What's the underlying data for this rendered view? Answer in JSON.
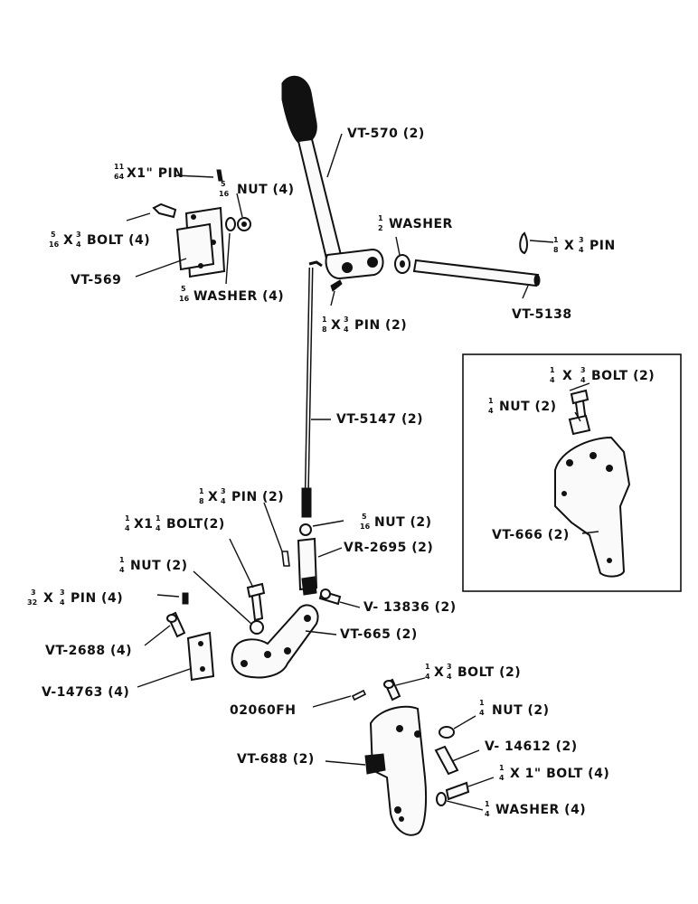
{
  "labels": {
    "vt570": "VT-570 (2)",
    "pin_11_64": "X1\" PIN",
    "pin_11_64_frac": [
      "11",
      "64"
    ],
    "nut_5_16_top": "NUT (4)",
    "nut_5_16_top_frac": [
      "5",
      "16"
    ],
    "bolt_5_16": "X",
    "bolt_5_16_frac1": [
      "5",
      "16"
    ],
    "bolt_5_16_frac2": [
      "3",
      "4"
    ],
    "bolt_5_16_tail": "BOLT (4)",
    "washer_1_2": "WASHER",
    "washer_1_2_frac": [
      "1",
      "2"
    ],
    "pin_1_8_right": "X",
    "pin_1_8_right_frac1": [
      "1",
      "8"
    ],
    "pin_1_8_right_frac2": [
      "3",
      "4"
    ],
    "pin_1_8_right_tail": "PIN",
    "vt569": "VT-569",
    "washer_5_16": "WASHER (4)",
    "washer_5_16_frac": [
      "5",
      "16"
    ],
    "vt5138": "VT-5138",
    "pin_1_8_mid": "X",
    "pin_1_8_mid_frac1": [
      "1",
      "8"
    ],
    "pin_1_8_mid_frac2": [
      "3",
      "4"
    ],
    "pin_1_8_mid_tail": "PIN (2)",
    "inset_bolt": "X",
    "inset_bolt_frac1": [
      "1",
      "4"
    ],
    "inset_bolt_frac2": [
      "3",
      "4"
    ],
    "inset_bolt_tail": "BOLT (2)",
    "inset_nut": "NUT (2)",
    "inset_nut_frac": [
      "1",
      "4"
    ],
    "vt5147": "VT-5147 (2)",
    "vt666": "VT-666 (2)",
    "pin_1_8_low": "X",
    "pin_1_8_low_frac1": [
      "1",
      "8"
    ],
    "pin_1_8_low_frac2": [
      "3",
      "4"
    ],
    "pin_1_8_low_tail": "PIN (2)",
    "bolt_1_4_114": "X1",
    "bolt_1_4_114_frac1": [
      "1",
      "4"
    ],
    "bolt_1_4_114_frac2": [
      "1",
      "4"
    ],
    "bolt_1_4_114_tail": "BOLT(2)",
    "nut_5_16_low": "NUT (2)",
    "nut_5_16_low_frac": [
      "5",
      "16"
    ],
    "vr2695": "VR-2695 (2)",
    "nut_1_4_left": "NUT (2)",
    "nut_1_4_left_frac": [
      "1",
      "4"
    ],
    "pin_3_32": "X",
    "pin_3_32_frac1": [
      "3",
      "32"
    ],
    "pin_3_32_frac2": [
      "3",
      "4"
    ],
    "pin_3_32_tail": "PIN (4)",
    "v13836": "V- 13836 (2)",
    "vt2688": "VT-2688 (4)",
    "vt665": "VT-665 (2)",
    "v14763": "V-14763 (4)",
    "bolt_1_4_34_low": "X",
    "bolt_1_4_34_low_frac1": [
      "1",
      "4"
    ],
    "bolt_1_4_34_low_frac2": [
      "3",
      "4"
    ],
    "bolt_1_4_34_low_tail": "BOLT (2)",
    "o2060fh": "02060FH",
    "nut_1_4_low": "NUT (2)",
    "nut_1_4_low_frac": [
      "1",
      "4"
    ],
    "v14612": "V- 14612 (2)",
    "vt688": "VT-688 (2)",
    "bolt_1_4_1": "X 1\" BOLT (4)",
    "bolt_1_4_1_frac": [
      "1",
      "4"
    ],
    "washer_1_4": "WASHER (4)",
    "washer_1_4_frac": [
      "1",
      "4"
    ]
  }
}
